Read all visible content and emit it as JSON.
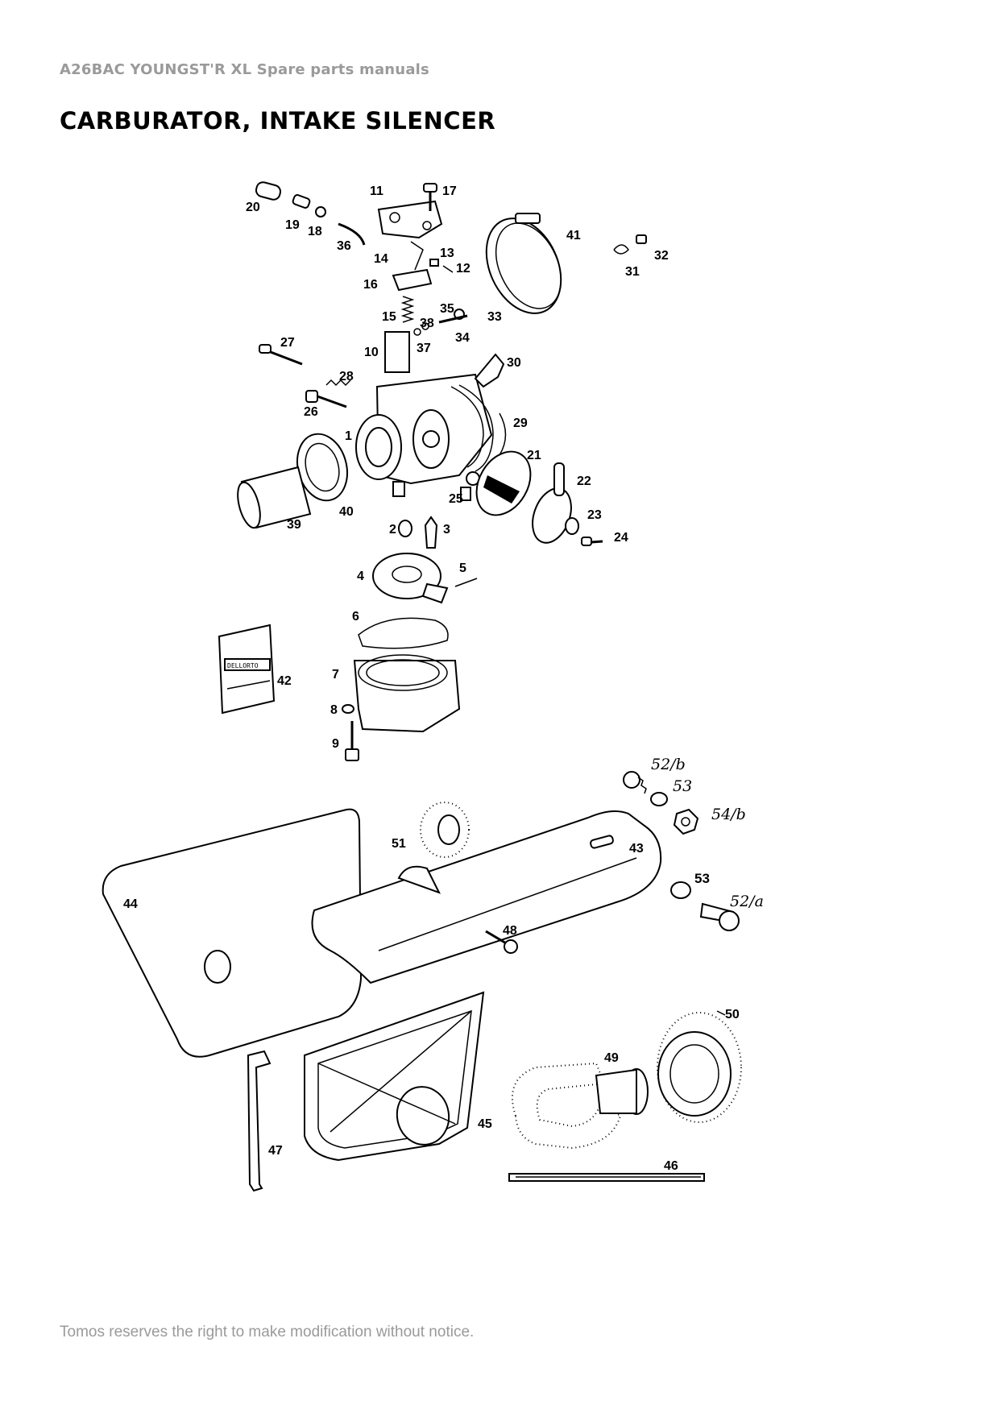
{
  "header": {
    "text": "A26BAC YOUNGST'R XL  Spare parts manuals"
  },
  "title": {
    "text": "CARBURATOR, INTAKE SILENCER"
  },
  "footer": {
    "text": "Tomos reserves the right to make modification without notice."
  },
  "part_labels": {
    "p1": "1",
    "p2": "2",
    "p3": "3",
    "p4": "4",
    "p5": "5",
    "p6": "6",
    "p7": "7",
    "p8": "8",
    "p9": "9",
    "p10": "10",
    "p11": "11",
    "p12": "12",
    "p13": "13",
    "p14": "14",
    "p15": "15",
    "p16": "16",
    "p17": "17",
    "p18": "18",
    "p19": "19",
    "p20": "20",
    "p21": "21",
    "p22": "22",
    "p23": "23",
    "p24": "24",
    "p25": "25",
    "p26": "26",
    "p27": "27",
    "p28": "28",
    "p29": "29",
    "p30": "30",
    "p31": "31",
    "p32": "32",
    "p33": "33",
    "p34": "34",
    "p35": "35",
    "p36": "36",
    "p37": "37",
    "p38": "38",
    "p39": "39",
    "p40": "40",
    "p41": "41",
    "p42": "42",
    "p43": "43",
    "p44": "44",
    "p45": "45",
    "p46": "46",
    "p47": "47",
    "p48": "48",
    "p49": "49",
    "p50": "50",
    "p51": "51",
    "p52a": "52/a",
    "p52b": "52/b",
    "p53a": "53",
    "p53b": "53",
    "p54b": "54/b"
  },
  "sticker": {
    "text": "DELLORTO"
  }
}
